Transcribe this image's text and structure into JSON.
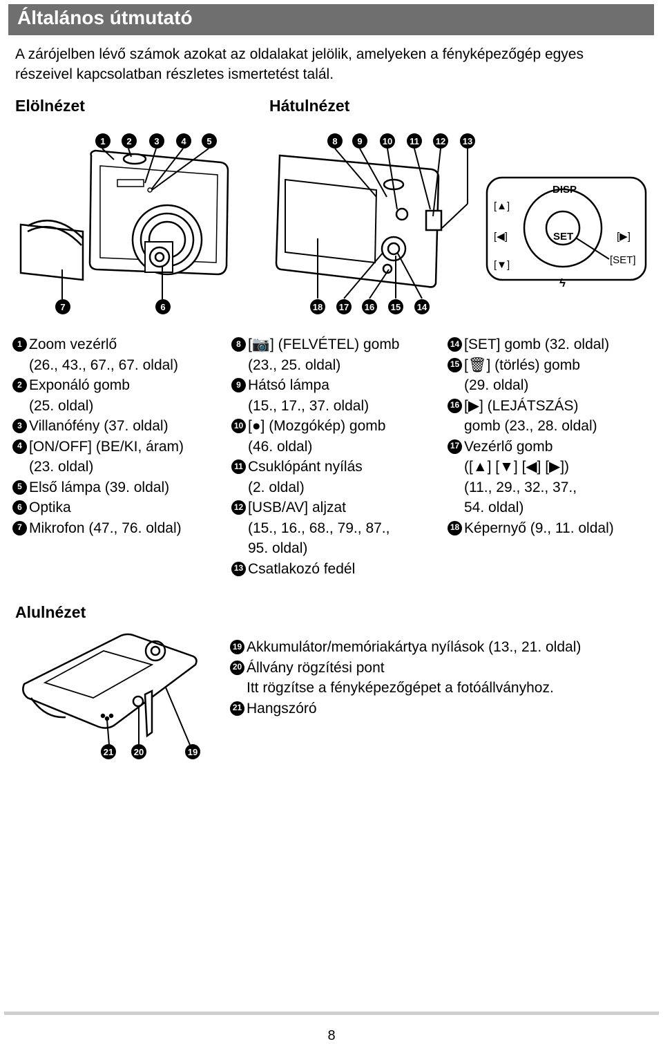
{
  "header": {
    "title": "Általános útmutató"
  },
  "intro": "A zárójelben lévő számok azokat az oldalakat jelölik, amelyeken a fényképezőgép egyes részeivel kapcsolatban részletes ismertetést talál.",
  "sections": {
    "front": "Elölnézet",
    "back": "Hátulnézet",
    "bottom": "Alulnézet"
  },
  "dial_labels": {
    "disp": "DISP",
    "up": "[▲]",
    "left": "[◀]",
    "right": "[▶]",
    "down": "[▼]",
    "set": "SET",
    "set_bracket": "[SET]",
    "flash": "ϟ"
  },
  "front_numbers_top": [
    "1",
    "2",
    "3",
    "4",
    "5"
  ],
  "front_numbers_bottom": [
    "7",
    "6"
  ],
  "back_numbers_top": [
    "8",
    "9",
    "10",
    "11",
    "12",
    "13"
  ],
  "back_numbers_bottom": [
    "18",
    "17",
    "16",
    "15",
    "14"
  ],
  "bottom_numbers": [
    "21",
    "20",
    "19"
  ],
  "col1": [
    {
      "n": "1",
      "t": "Zoom vezérlő\n(26., 43., 67., 67. oldal)"
    },
    {
      "n": "2",
      "t": "Exponáló gomb\n(25. oldal)"
    },
    {
      "n": "3",
      "t": "Villanófény (37. oldal)"
    },
    {
      "n": "4",
      "t": "[ON/OFF] (BE/KI, áram)\n(23. oldal)"
    },
    {
      "n": "5",
      "t": "Első lámpa (39. oldal)"
    },
    {
      "n": "6",
      "t": "Optika"
    },
    {
      "n": "7",
      "t": "Mikrofon (47., 76. oldal)"
    }
  ],
  "col2": [
    {
      "n": "8",
      "t": "[📷] (FELVÉTEL) gomb\n(23., 25. oldal)"
    },
    {
      "n": "9",
      "t": "Hátsó lámpa\n(15., 17., 37. oldal)"
    },
    {
      "n": "10",
      "t": "[●] (Mozgókép) gomb\n(46. oldal)"
    },
    {
      "n": "11",
      "t": "Csuklópánt nyílás\n(2. oldal)"
    },
    {
      "n": "12",
      "t": "[USB/AV] aljzat\n(15., 16., 68., 79., 87.,\n95. oldal)"
    },
    {
      "n": "13",
      "t": "Csatlakozó fedél"
    }
  ],
  "col3": [
    {
      "n": "14",
      "t": "[SET] gomb (32. oldal)"
    },
    {
      "n": "15",
      "t": "[🗑] (törlés) gomb\n(29. oldal)"
    },
    {
      "n": "16",
      "t": "[▶] (LEJÁTSZÁS)\ngomb (23., 28. oldal)"
    },
    {
      "n": "17",
      "t": "Vezérlő gomb\n([▲] [▼] [◀] [▶])\n(11., 29., 32., 37.,\n54. oldal)"
    },
    {
      "n": "18",
      "t": "Képernyő (9., 11. oldal)"
    }
  ],
  "bottom_list": [
    {
      "n": "19",
      "t": "Akkumulátor/memóriakártya nyílások (13., 21. oldal)"
    },
    {
      "n": "20",
      "t": "Állvány rögzítési pont\nItt rögzítse a fényképezőgépet a fotóállványhoz."
    },
    {
      "n": "21",
      "t": "Hangszóró"
    }
  ],
  "page_number": "8"
}
